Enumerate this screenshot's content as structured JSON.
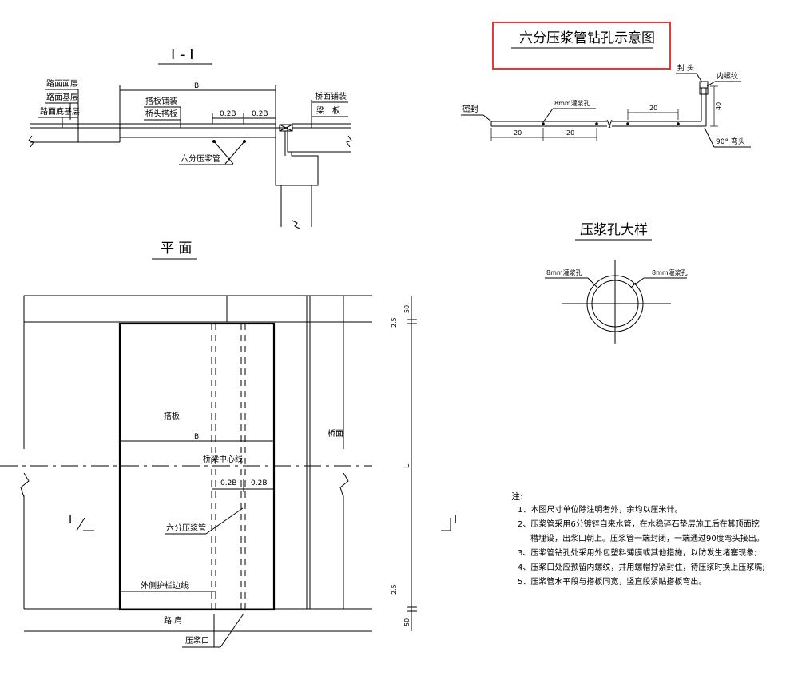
{
  "section_title": "I - I",
  "section": {
    "road_surface": "路面面层",
    "road_base": "路面基层",
    "road_subbase": "路面底基层",
    "dim_b": "B",
    "slab_paving": "搭板铺装",
    "approach_slab": "桥头搭板",
    "dim_02b_left": "0.2B",
    "dim_02b_right": "0.2B",
    "bridge_paving": "桥面铺装",
    "beam_slab": "梁　板",
    "grout_pipe": "六分压浆管"
  },
  "plan_title": "平 面",
  "plan": {
    "slab": "搭板",
    "dim_b": "B",
    "centerline": "桥梁中心线",
    "dim_02b_left": "0.2B",
    "dim_02b_right": "0.2B",
    "grout_pipe": "六分压浆管",
    "guardrail_edge": "外侧护栏边线",
    "shoulder": "路 肩",
    "grout_outlet": "压浆口",
    "bridge_deck": "桥面",
    "section_mark_left": "I",
    "section_mark_right": "I",
    "dim_25_top": "2.5",
    "dim_50_top": "50",
    "dim_l": "L",
    "dim_25_bottom": "2.5",
    "dim_50_bottom": "50"
  },
  "pipe_title": "六分压浆管钻孔示意图",
  "pipe": {
    "seal": "密封",
    "hole_8mm": "8mm灌浆孔",
    "dim_20_a": "20",
    "dim_20_b": "20",
    "dim_20_c": "20",
    "cap": "封 头",
    "inner_thread": "内螺纹",
    "dim_40": "40",
    "elbow": "90° 弯头"
  },
  "hole_title": "压浆孔大样",
  "hole": {
    "left_label": "8mm灌浆孔",
    "right_label": "8mm灌浆孔"
  },
  "notes": {
    "heading": "注:",
    "line1": "1、本图尺寸单位除注明者外，余均以厘米计。",
    "line2": "2、压浆管采用6分镀锌自来水管，在水稳碎石垫层施工后在其顶面挖",
    "line2b": "槽埋设，出浆口朝上。压浆管一端封闭，一端通过90度弯头接出。",
    "line3": "3、压浆管钻孔处采用外包塑料薄膜或其他措施，以防发生堵塞现象;",
    "line4": "4、压浆口处应预留内螺纹，并用螺帽拧紧封住，待压浆时换上压浆嘴;",
    "line5": "5、压浆管水平段与搭板同宽，竖直段紧贴搭板弯出。"
  },
  "colors": {
    "highlight_box": "#e53935",
    "ink": "#000000"
  }
}
